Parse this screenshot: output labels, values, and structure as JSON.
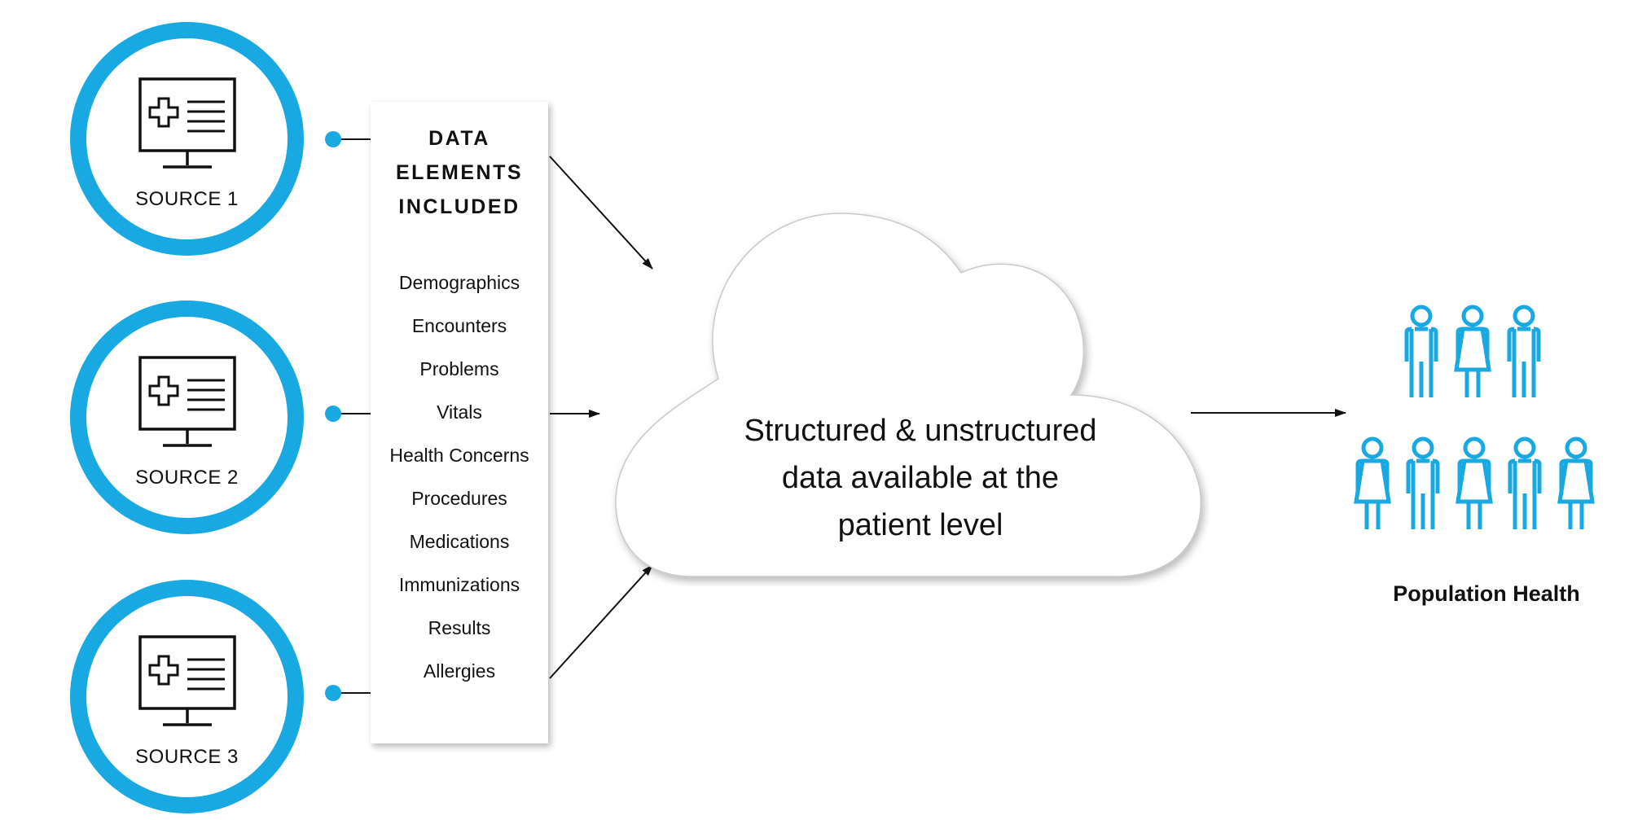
{
  "sources": [
    {
      "label": "SOURCE 1",
      "icon": "monitor-medical-icon"
    },
    {
      "label": "SOURCE 2",
      "icon": "monitor-medical-icon"
    },
    {
      "label": "SOURCE 3",
      "icon": "monitor-medical-icon"
    }
  ],
  "data_elements": {
    "title_lines": [
      "DATA",
      "ELEMENTS",
      "INCLUDED"
    ],
    "items": [
      "Demographics",
      "Encounters",
      "Problems",
      "Vitals",
      "Health Concerns",
      "Procedures",
      "Medications",
      "Immunizations",
      "Results",
      "Allergies"
    ]
  },
  "cloud": {
    "text_lines": [
      "Structured & unstructured",
      "data available at the",
      "patient level"
    ]
  },
  "population": {
    "label": "Population Health",
    "icon": "people-group-icon"
  },
  "colors": {
    "accent": "#19a9e2",
    "text": "#111111",
    "background": "#ffffff"
  }
}
